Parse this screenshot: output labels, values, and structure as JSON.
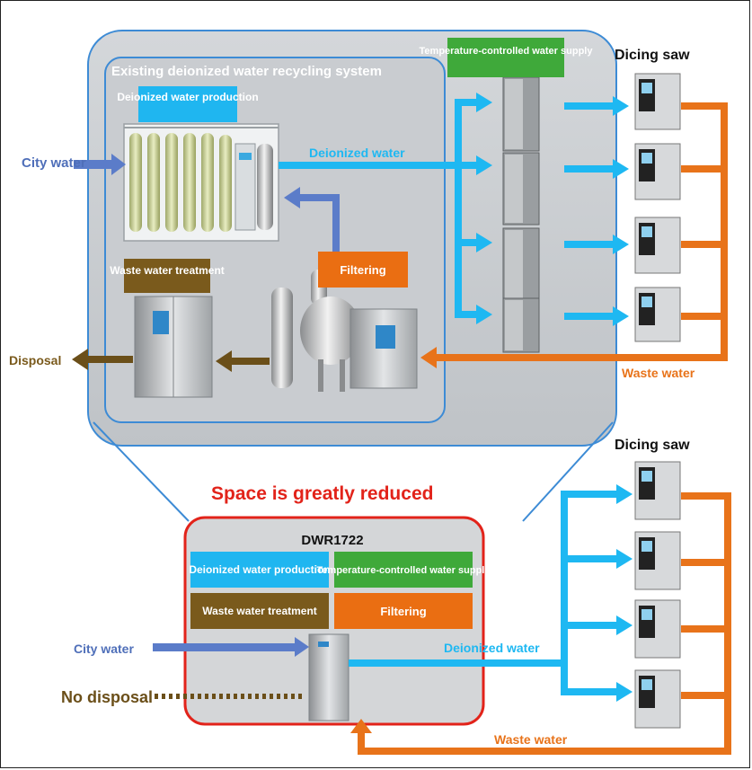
{
  "existing_system": {
    "title": "Existing deionized water recycling system",
    "deionized_water_production": "Deionized water production",
    "temperature_controlled_supply": "Temperature-controlled water supply",
    "filtering": "Filtering",
    "waste_water_treatment": "Waste water treatment",
    "city_water": "City water",
    "deionized_water": "Deionized water",
    "disposal": "Disposal",
    "waste_water": "Waste water",
    "dicing_saw": "Dicing saw"
  },
  "new_system": {
    "headline": "Space is greatly reduced",
    "model": "DWR1722",
    "deionized_water_production": "Deionized water production",
    "temperature_controlled_supply": "Temperature-controlled water supply",
    "waste_water_treatment": "Waste water treatment",
    "filtering": "Filtering",
    "city_water": "City water",
    "deionized_water": "Deionized water",
    "no_disposal": "No disposal",
    "waste_water": "Waste water",
    "dicing_saw": "Dicing saw"
  },
  "colors": {
    "blue_label": "#1fb6f0",
    "green_label": "#3fa93a",
    "brown_label": "#7a5a1c",
    "orange_label": "#ea6e12",
    "city_water_arrow": "#5b7cc9",
    "deionized_flow": "#1eb8f2",
    "waste_flow": "#e8731a",
    "red_outline": "#e2231a"
  }
}
